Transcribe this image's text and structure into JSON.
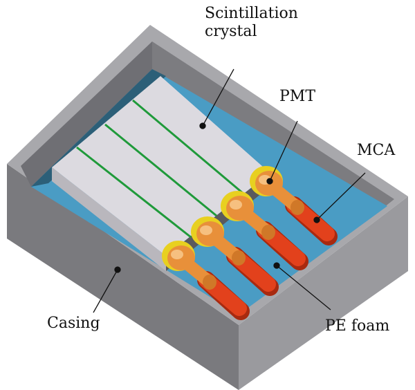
{
  "labels": {
    "crystal_line1": "Scintillation",
    "crystal_line2": "crystal",
    "pmt": "PMT",
    "mca": "MCA",
    "casing": "Casing",
    "foam": "PE foam"
  },
  "colors": {
    "casing": "#8c8c90",
    "foam": "#4a9cc4",
    "crystal": "#dcdae0",
    "separator": "#1f9a3a",
    "pmt": "#e8903a",
    "mca": "#e2411c",
    "seal": "#e8d020"
  }
}
